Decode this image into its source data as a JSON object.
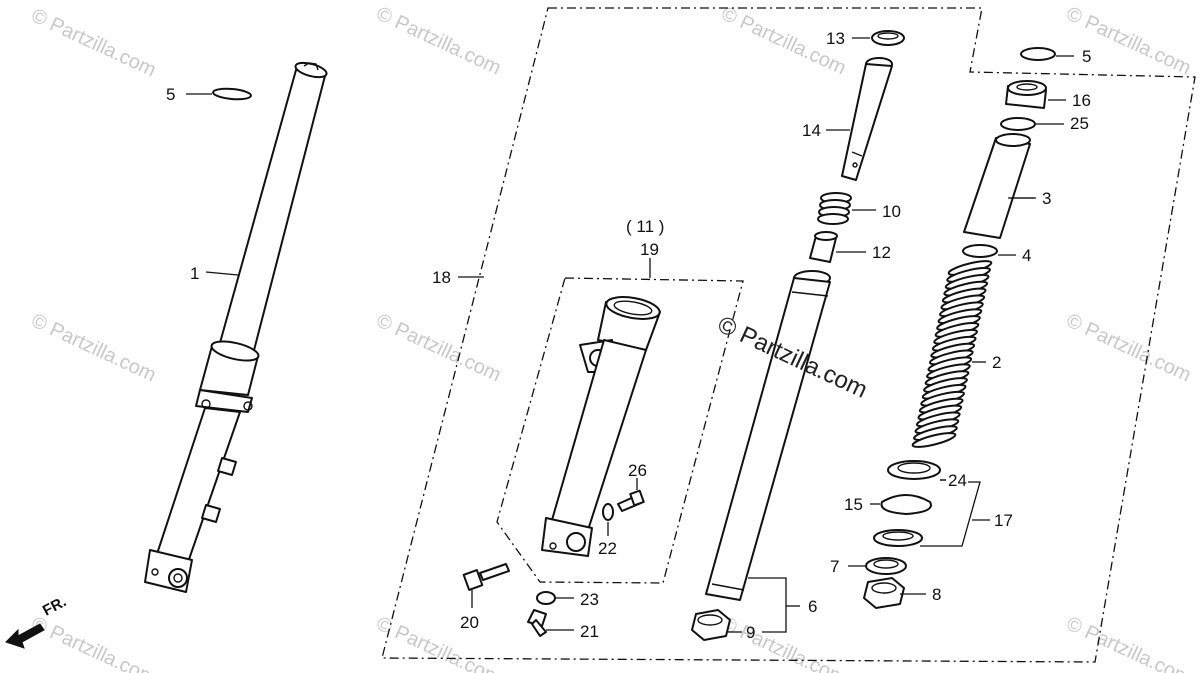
{
  "watermark": {
    "center_text": "© Partzilla.com",
    "tile_text": "© Partzilla.com"
  },
  "direction": {
    "label": "FR."
  },
  "callouts": {
    "c1": "1",
    "c2": "2",
    "c3": "3",
    "c4": "4",
    "c5a": "5",
    "c5b": "5",
    "c6": "6",
    "c7": "7",
    "c8": "8",
    "c9": "9",
    "c10": "10",
    "c11": "( 11 )",
    "c12": "12",
    "c13": "13",
    "c14": "14",
    "c15": "15",
    "c16": "16",
    "c17": "17",
    "c18": "18",
    "c19": "19",
    "c20": "20",
    "c21": "21",
    "c22": "22",
    "c23": "23",
    "c24": "24",
    "c25": "25",
    "c26": "26"
  }
}
